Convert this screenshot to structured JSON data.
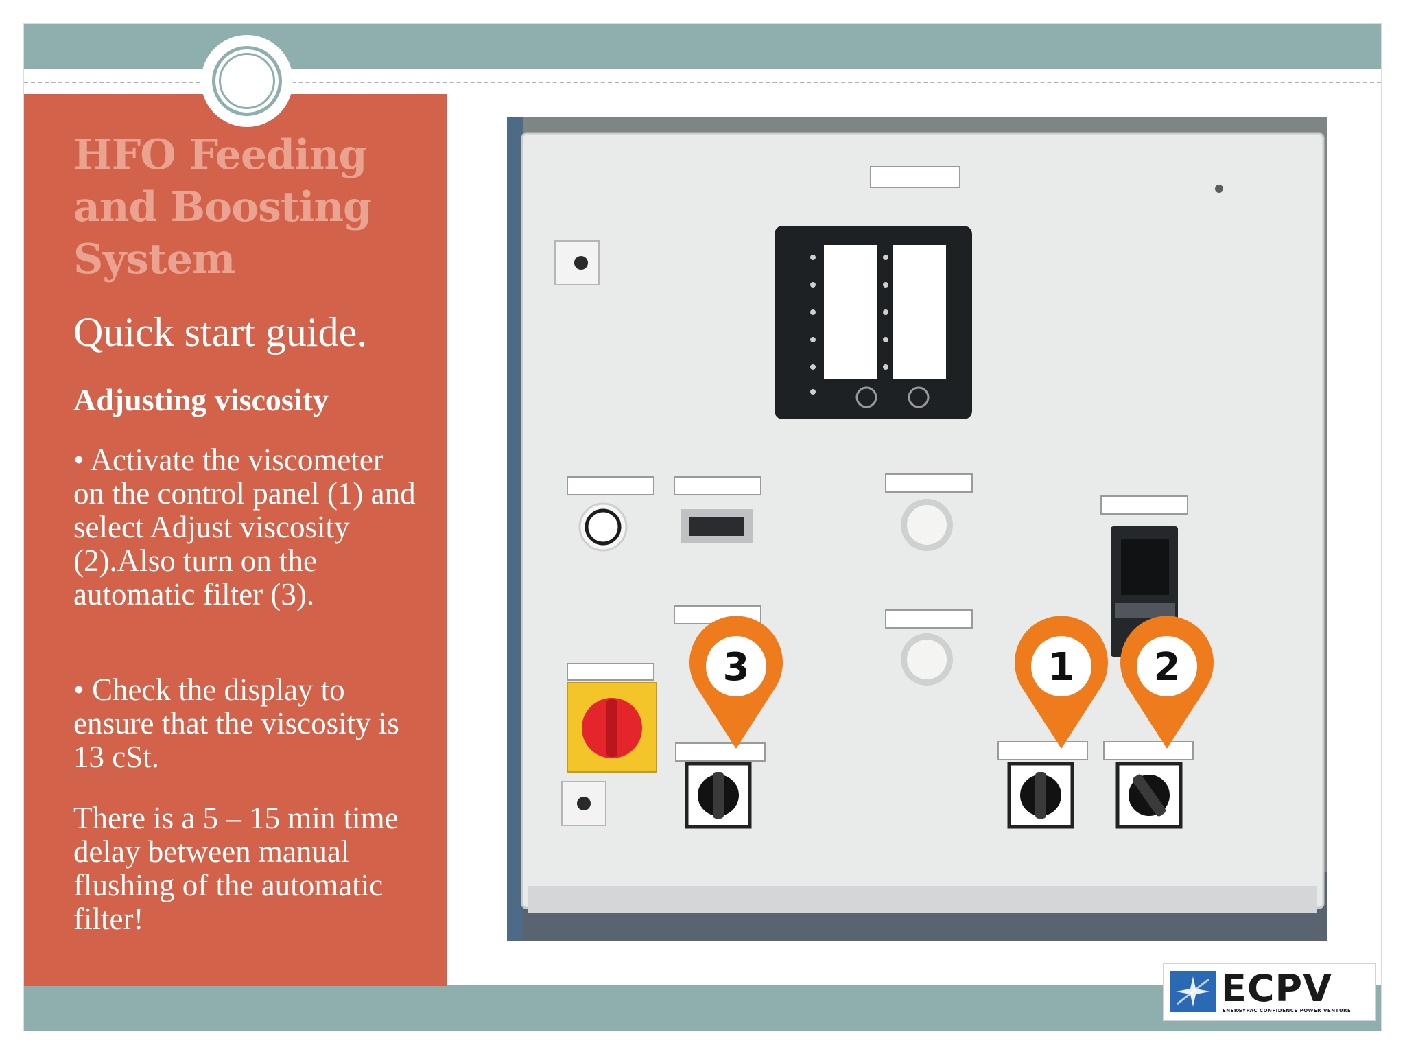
{
  "slide": {
    "title": "HFO Feeding and Boosting System",
    "subtitle": "Quick start guide.",
    "section_heading": "Adjusting viscosity",
    "bullets": [
      "• Activate the viscometer on the control panel (1) and select Adjust viscosity (2).Also turn on the automatic filter (3).",
      "• Check the display to ensure that the viscosity is 13 cSt."
    ],
    "note": "There is a 5 – 15 min time delay between manual flushing of the automatic filter!"
  },
  "photo": {
    "markers": [
      {
        "label": "3"
      },
      {
        "label": "1"
      },
      {
        "label": "2"
      }
    ]
  },
  "logo": {
    "wordmark": "ECPV",
    "tagline": "ENERGYPAC CONFIDENCE POWER VENTURE"
  },
  "colors": {
    "accent_panel": "#d2624a",
    "title_color": "#eaa391",
    "band": "#8eafae",
    "marker": "#ef7c1c",
    "panel_body": "#e9eaea",
    "brand_blue": "#2a6ab5"
  }
}
